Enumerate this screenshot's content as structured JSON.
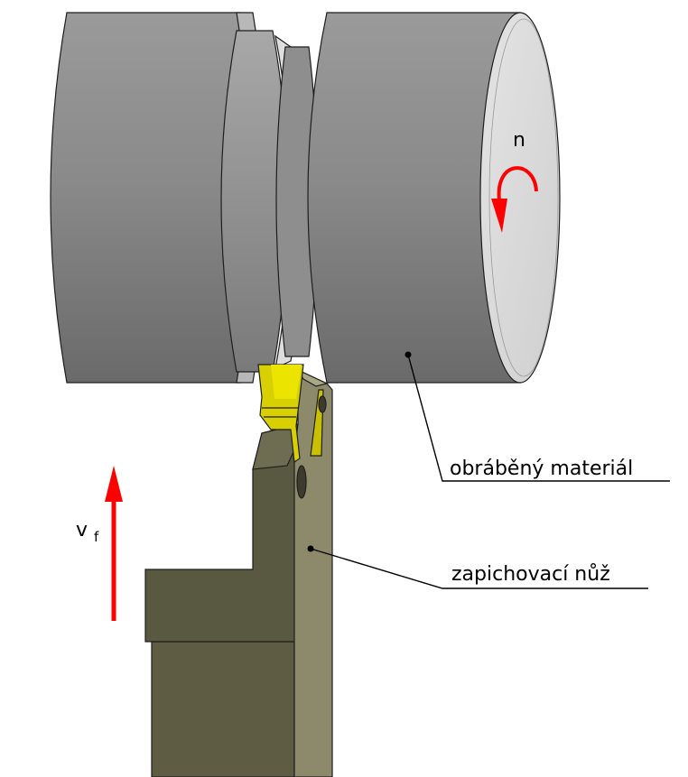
{
  "labels": {
    "rotation": "n",
    "feed_main": "v",
    "feed_sub": "f",
    "workpiece": "obráběný materiál",
    "tool": "zapichovací nůž"
  },
  "colors": {
    "workpiece_body": "#8c8c8c",
    "workpiece_face": "#d8d8d8",
    "tool_holder_dark": "#595840",
    "tool_blade": "#8c8a6a",
    "cutting_insert": "#d8d000",
    "arrows": "#ff0000",
    "leader_lines": "#000000"
  }
}
